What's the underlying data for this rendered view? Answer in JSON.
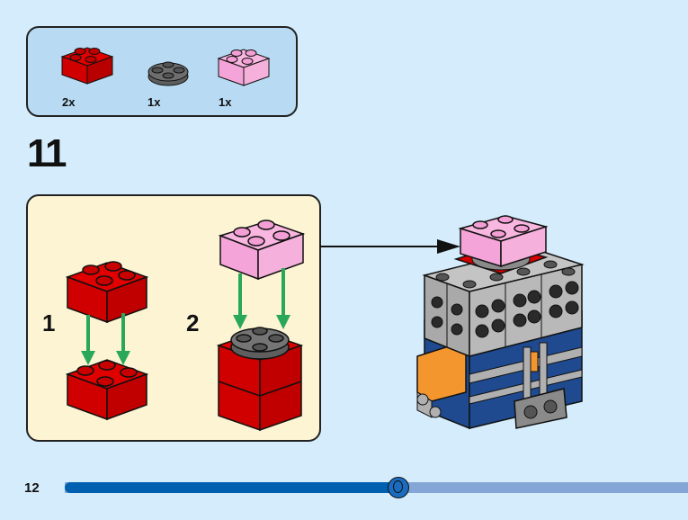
{
  "page": {
    "number": "12"
  },
  "parts_list": {
    "items": [
      {
        "name": "red 2x2 brick",
        "quantity": "2x",
        "color": "#d60000"
      },
      {
        "name": "dark grey 2x2 round plate",
        "quantity": "1x",
        "color": "#6b6b6b"
      },
      {
        "name": "pink 2x2 brick",
        "quantity": "1x",
        "color": "#f7a8dc"
      }
    ]
  },
  "step": {
    "number": "11",
    "substeps": [
      {
        "label": "1"
      },
      {
        "label": "2"
      }
    ]
  },
  "colors": {
    "red": "#d60000",
    "pink": "#f7a8dc",
    "grey": "#6b6b6b",
    "light_grey": "#a9a9a9",
    "blue": "#1f4a8f",
    "orange": "#f4962e",
    "arrow_green": "#2aa85a"
  },
  "progress": {
    "fraction": 0.535
  }
}
